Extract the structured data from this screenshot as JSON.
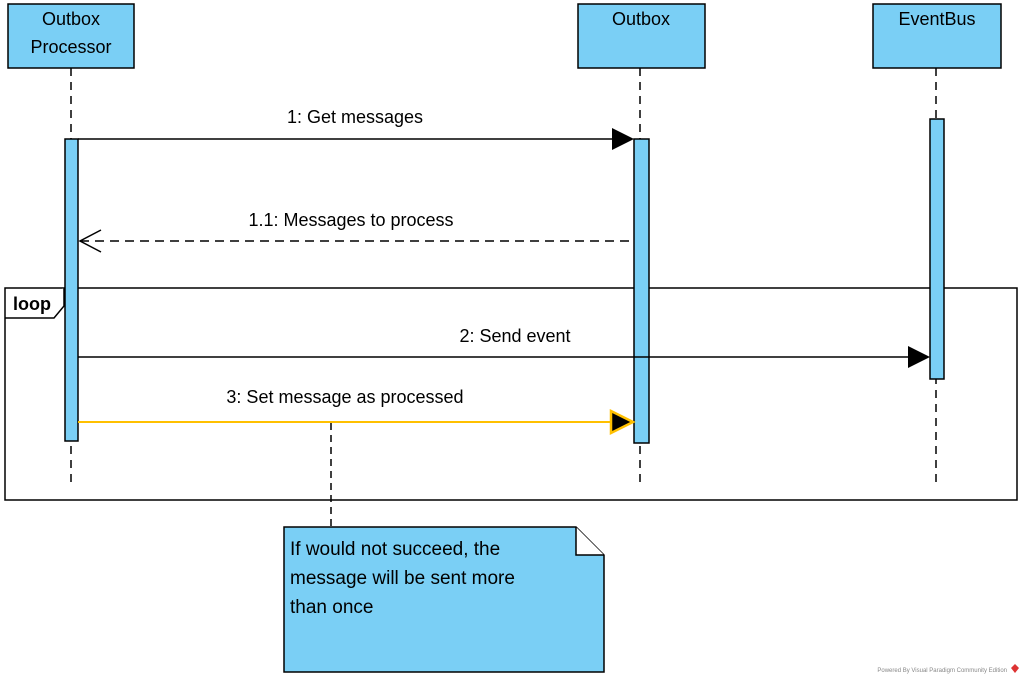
{
  "colors": {
    "fill": "#7ACFF5",
    "stroke": "#000000",
    "highlight": "#FFC000"
  },
  "lifelines": [
    {
      "lines": [
        "Outbox",
        "Processor"
      ]
    },
    {
      "lines": [
        "Outbox"
      ]
    },
    {
      "lines": [
        "EventBus"
      ]
    }
  ],
  "messages": [
    {
      "label": "1: Get messages",
      "type": "sync"
    },
    {
      "label": "1.1: Messages to process",
      "type": "return"
    },
    {
      "label": "2: Send event",
      "type": "sync"
    },
    {
      "label": "3: Set message as processed",
      "type": "sync",
      "highlighted": true
    }
  ],
  "fragment": {
    "operator": "loop"
  },
  "note": {
    "lines": [
      "If would not succeed, the",
      "message will be sent more",
      "than once"
    ]
  },
  "footer": {
    "watermark": "Powered By  Visual Paradigm Community Edition"
  }
}
